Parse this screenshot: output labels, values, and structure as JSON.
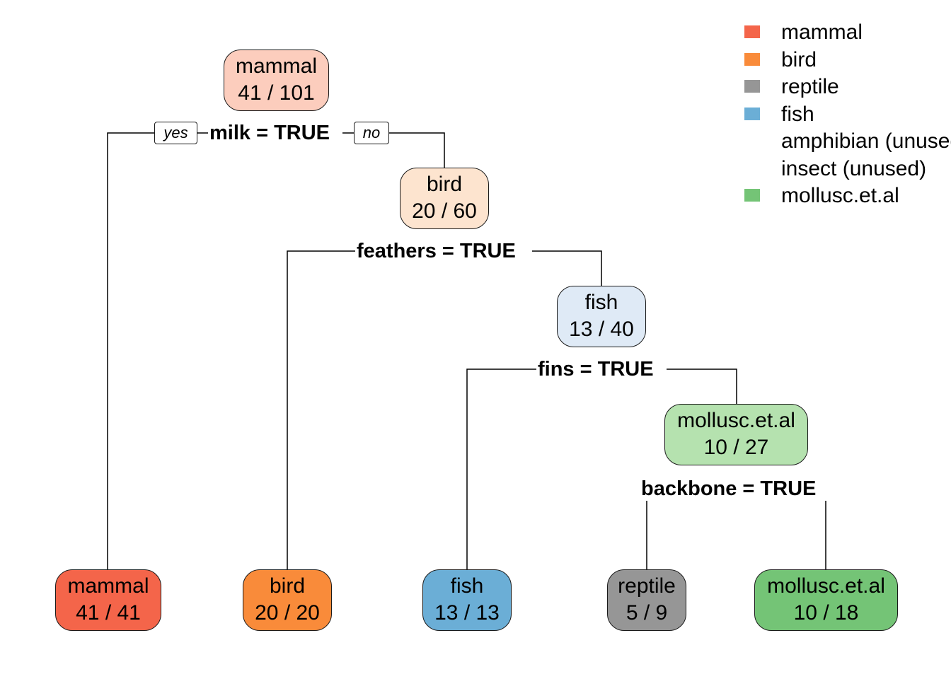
{
  "colors": {
    "mammal": "#f4654a",
    "bird": "#f98b3a",
    "reptile": "#969696",
    "fish": "#6baed6",
    "mollusc": "#74c476"
  },
  "legend": [
    {
      "label": "mammal",
      "color": "#f4654a"
    },
    {
      "label": "bird",
      "color": "#f98b3a"
    },
    {
      "label": "reptile",
      "color": "#969696"
    },
    {
      "label": "fish",
      "color": "#6baed6"
    },
    {
      "label": "amphibian (unused)",
      "color": ""
    },
    {
      "label": "insect (unused)",
      "color": ""
    },
    {
      "label": "mollusc.et.al",
      "color": "#74c476"
    }
  ],
  "branch_labels": {
    "yes": "yes",
    "no": "no"
  },
  "splits": {
    "root": "milk = TRUE",
    "n3": "feathers = TRUE",
    "n7": "fins = TRUE",
    "n15": "backbone = TRUE"
  },
  "nodes": {
    "root": {
      "class": "mammal",
      "fraction": "41 / 101",
      "fill": "#fccdbd"
    },
    "n3": {
      "class": "bird",
      "fraction": "20 / 60",
      "fill": "#fde4cf"
    },
    "n7": {
      "class": "fish",
      "fraction": "13 / 40",
      "fill": "#dfeaf6"
    },
    "n15": {
      "class": "mollusc.et.al",
      "fraction": "10 / 27",
      "fill": "#b5e2af"
    },
    "leaf_mammal": {
      "class": "mammal",
      "fraction": "41 / 41",
      "fill": "#f4654a"
    },
    "leaf_bird": {
      "class": "bird",
      "fraction": "20 / 20",
      "fill": "#f98b3a"
    },
    "leaf_fish": {
      "class": "fish",
      "fraction": "13 / 13",
      "fill": "#6baed6"
    },
    "leaf_reptile": {
      "class": "reptile",
      "fraction": "5 / 9",
      "fill": "#969696"
    },
    "leaf_mollusc": {
      "class": "mollusc.et.al",
      "fraction": "10 / 18",
      "fill": "#74c476"
    }
  }
}
